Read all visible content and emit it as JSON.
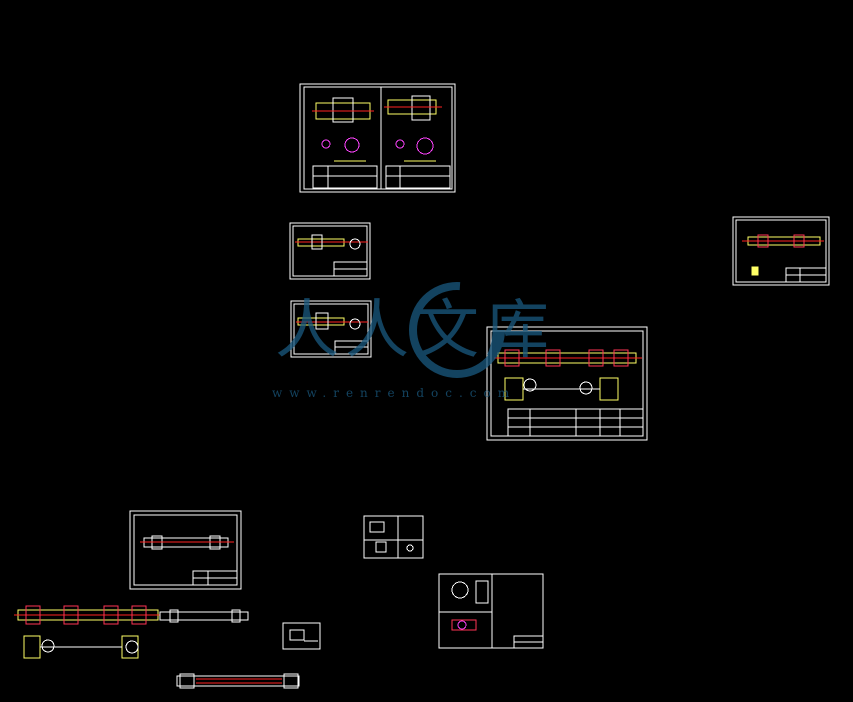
{
  "watermark": {
    "logo_text": "人人文库",
    "url_text": "www.renrendoc.com",
    "color": "#1a5a80"
  },
  "colors": {
    "background": "#000000",
    "frame": "#ffffff",
    "shaft": "#ffff66",
    "hatch": "#ff3355",
    "centerline": "#ff2222",
    "circle": "#ff44ff",
    "accent": "#00c8ff"
  },
  "drawings": [
    {
      "name": "sheet-top-double"
    },
    {
      "name": "sheet-left-small-a"
    },
    {
      "name": "sheet-left-small-b"
    },
    {
      "name": "sheet-right-small"
    },
    {
      "name": "sheet-assembly-main"
    },
    {
      "name": "sheet-shaft-plain"
    },
    {
      "name": "sheet-bottom-small"
    },
    {
      "name": "sheet-section-detail"
    },
    {
      "name": "sheet-tiny"
    },
    {
      "name": "loose-shaft-assembly"
    },
    {
      "name": "loose-shaft-strip"
    }
  ]
}
